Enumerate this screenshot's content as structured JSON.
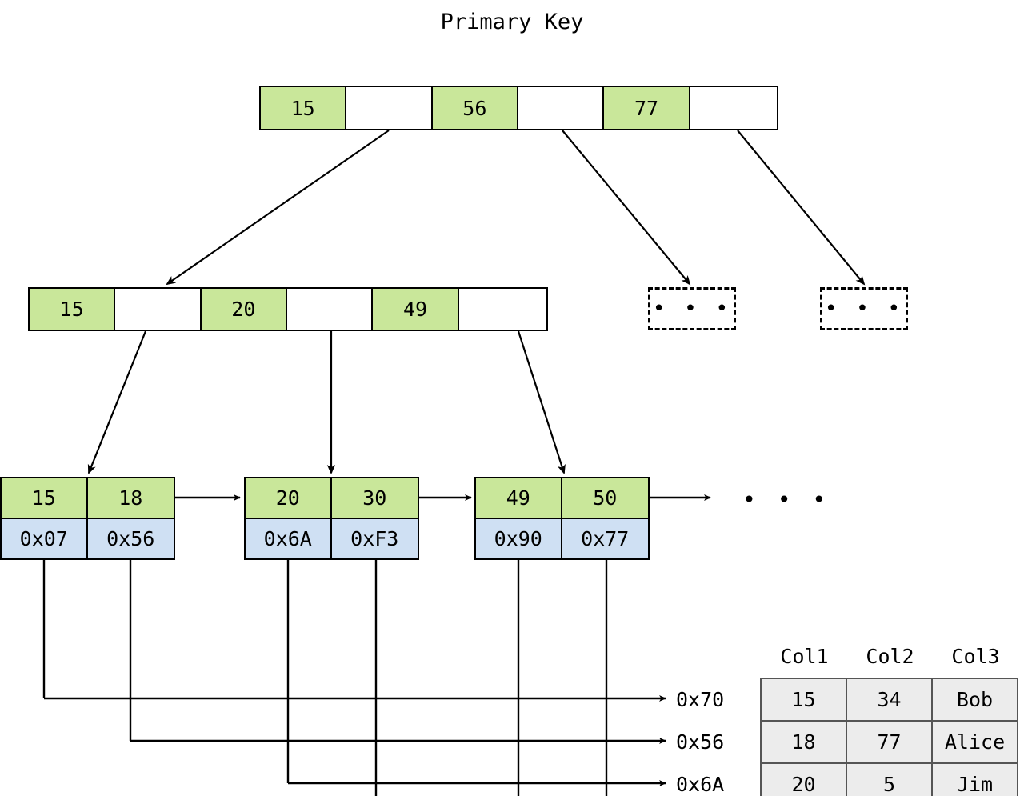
{
  "title": "Primary Key",
  "colors": {
    "key_cell": "#c9e79a",
    "pointer_cell": "#cfe0f3",
    "table_cell": "#ececec",
    "stroke": "#000000"
  },
  "root_node": {
    "name": "root",
    "cells": [
      {
        "label": "15",
        "type": "key"
      },
      {
        "label": "",
        "type": "pointer"
      },
      {
        "label": "56",
        "type": "key"
      },
      {
        "label": "",
        "type": "pointer"
      },
      {
        "label": "77",
        "type": "key"
      },
      {
        "label": "",
        "type": "pointer"
      }
    ]
  },
  "internal_node": {
    "name": "internal-left",
    "cells": [
      {
        "label": "15",
        "type": "key"
      },
      {
        "label": "",
        "type": "pointer"
      },
      {
        "label": "20",
        "type": "key"
      },
      {
        "label": "",
        "type": "pointer"
      },
      {
        "label": "49",
        "type": "key"
      },
      {
        "label": "",
        "type": "pointer"
      }
    ]
  },
  "placeholders": [
    {
      "label": "• • •"
    },
    {
      "label": "• • •"
    }
  ],
  "leaves": [
    {
      "name": "leaf-1",
      "keys": [
        "15",
        "18"
      ],
      "pointers": [
        "0x07",
        "0x56"
      ]
    },
    {
      "name": "leaf-2",
      "keys": [
        "20",
        "30"
      ],
      "pointers": [
        "0x6A",
        "0xF3"
      ]
    },
    {
      "name": "leaf-3",
      "keys": [
        "49",
        "50"
      ],
      "pointers": [
        "0x90",
        "0x77"
      ]
    }
  ],
  "leaf_chain_ellipsis": "• • •",
  "record_addresses": [
    "0x70",
    "0x56",
    "0x6A"
  ],
  "record_table": {
    "headers": [
      "Col1",
      "Col2",
      "Col3"
    ],
    "rows": [
      [
        "15",
        "34",
        "Bob"
      ],
      [
        "18",
        "77",
        "Alice"
      ],
      [
        "20",
        "5",
        "Jim"
      ]
    ]
  }
}
